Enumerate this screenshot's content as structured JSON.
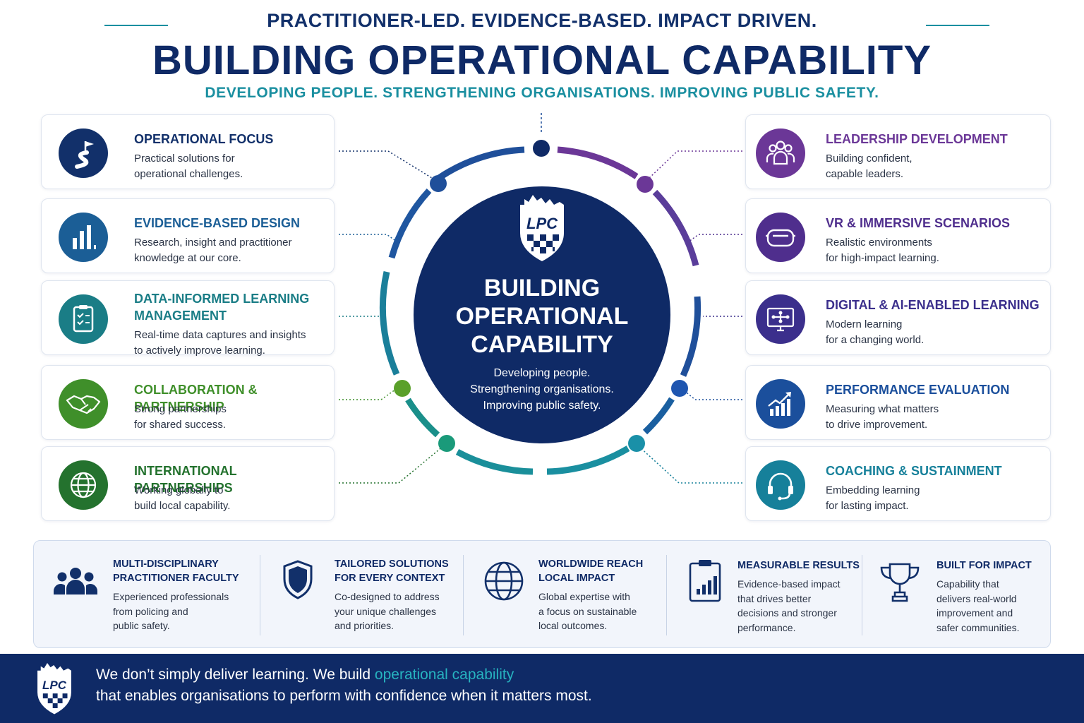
{
  "header": {
    "tagline": "PRACTITIONER-LED. EVIDENCE-BASED. IMPACT DRIVEN.",
    "title": "BUILDING OPERATIONAL CAPABILITY",
    "subtitle": "DEVELOPING PEOPLE. STRENGTHENING ORGANISATIONS. IMPROVING PUBLIC SAFETY."
  },
  "hub": {
    "logo_text": "LPC",
    "title_lines": [
      "BUILDING",
      "OPERATIONAL",
      "CAPABILITY"
    ],
    "lines": [
      "Developing people.",
      "Strengthening organisations.",
      "Improving public safety."
    ]
  },
  "left_cards": [
    {
      "title": "OPERATIONAL FOCUS",
      "desc": [
        "Practical solutions for",
        "operational challenges."
      ],
      "icon": "road-flag-icon",
      "color": "#12306a"
    },
    {
      "title": "EVIDENCE-BASED DESIGN",
      "desc": [
        "Research, insight and practitioner",
        "knowledge at our core."
      ],
      "icon": "bar-chart-icon",
      "color": "#1b5e96"
    },
    {
      "title_lines": [
        "DATA-INFORMED LEARNING",
        "MANAGEMENT"
      ],
      "desc": [
        "Real-time data captures and insights",
        "to actively improve learning."
      ],
      "icon": "clipboard-check-icon",
      "color": "#1a7d86"
    },
    {
      "title": "COLLABORATION & PARTNERSHIP",
      "desc": [
        "Strong partnerships",
        "for shared success."
      ],
      "icon": "handshake-icon",
      "color": "#3f8f2a"
    },
    {
      "title": "INTERNATIONAL PARTNERSHIPS",
      "desc": [
        "Working globally to",
        "build local capability."
      ],
      "icon": "globe-icon",
      "color": "#24722e"
    }
  ],
  "right_cards": [
    {
      "title": "LEADERSHIP DEVELOPMENT",
      "desc": [
        "Building confident,",
        "capable leaders."
      ],
      "icon": "team-icon",
      "color": "#6b3797"
    },
    {
      "title": "VR & IMMERSIVE SCENARIOS",
      "desc": [
        "Realistic environments",
        "for high-impact learning."
      ],
      "icon": "vr-headset-icon",
      "color": "#4f2e8d"
    },
    {
      "title": "DIGITAL & AI-ENABLED LEARNING",
      "desc": [
        "Modern learning",
        "for a changing world."
      ],
      "icon": "monitor-network-icon",
      "color": "#3b2f8c"
    },
    {
      "title": "PERFORMANCE EVALUATION",
      "desc": [
        "Measuring what matters",
        "to drive improvement."
      ],
      "icon": "growth-chart-icon",
      "color": "#1b4f9c"
    },
    {
      "title": "COACHING & SUSTAINMENT",
      "desc": [
        "Embedding learning",
        "for lasting impact."
      ],
      "icon": "headset-icon",
      "color": "#16809a"
    }
  ],
  "features": [
    {
      "title": [
        "MULTI-DISCIPLINARY",
        "PRACTITIONER FACULTY"
      ],
      "desc": [
        "Experienced professionals",
        "from policing and",
        "public safety."
      ],
      "icon": "people-group-icon"
    },
    {
      "title": [
        "TAILORED SOLUTIONS",
        "FOR EVERY CONTEXT"
      ],
      "desc": [
        "Co-designed to address",
        "your unique challenges",
        "and priorities."
      ],
      "icon": "shield-icon"
    },
    {
      "title": [
        "WORLDWIDE REACH",
        "LOCAL IMPACT"
      ],
      "desc": [
        "Global expertise with",
        "a focus on sustainable",
        "local outcomes."
      ],
      "icon": "globe-icon"
    },
    {
      "title": [
        "MEASURABLE RESULTS"
      ],
      "desc": [
        "Evidence-based impact",
        "that drives better",
        "decisions and stronger",
        "performance."
      ],
      "icon": "clipboard-chart-icon"
    },
    {
      "title": [
        "BUILT FOR IMPACT"
      ],
      "desc": [
        "Capability that",
        "delivers real-world",
        "improvement and",
        "safer communities."
      ],
      "icon": "trophy-icon"
    }
  ],
  "footer": {
    "logo_text": "LPC",
    "line1_pre": "We don’t simply deliver learning. We build ",
    "line1_accent": "operational capability",
    "line2": "that enables organisations to perform with confidence when it matters most."
  },
  "colors": {
    "navy": "#0f2a66",
    "teal": "#1a8fa0",
    "purple": "#6b3797",
    "green": "#3f8f2a"
  }
}
